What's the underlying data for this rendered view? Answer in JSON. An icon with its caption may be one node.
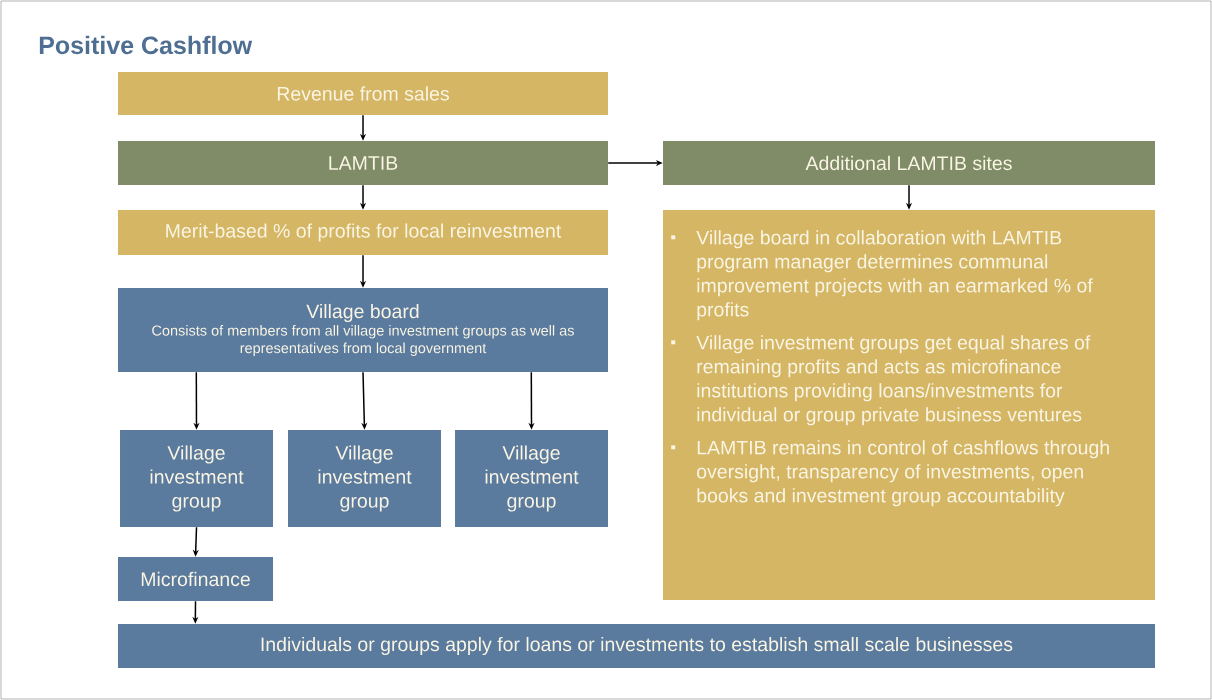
{
  "diagram": {
    "title": "Positive Cashflow",
    "nodes": [
      {
        "text": [
          "Revenue from sales"
        ]
      },
      {
        "text": [
          "LAMTIB"
        ]
      },
      {
        "text": [
          "Additional LAMTIB sites"
        ]
      },
      {
        "text": [
          "Merit-based % of profits for local reinvestment"
        ]
      },
      {
        "text": [
          "Village board",
          "Consists of members from all village investment groups as well as representatives from local government"
        ]
      },
      {
        "text": [
          "Village investment group"
        ]
      },
      {
        "text": [
          "Village investment group"
        ]
      },
      {
        "text": [
          "Village investment group"
        ]
      },
      {
        "text": [
          "Microfinance"
        ]
      },
      {
        "text": [
          "Individuals or groups apply for loans or investments to establish small scale businesses"
        ]
      },
      {
        "text": [
          "Village board in collaboration with LAMTIB program manager determines communal improvement projects with an earmarked % of profits",
          "Village investment groups get equal shares of remaining profits and acts as microfinance institutions providing loans/investments for individual or group private business ventures",
          "LAMTIB remains in control of cashflows through oversight, transparency of investments, open books and investment group accountability"
        ]
      }
    ],
    "edges": [
      {
        "from": 0,
        "to": 1,
        "arrow": "to"
      },
      {
        "from": 1,
        "to": 2,
        "arrow": "to"
      },
      {
        "from": 1,
        "to": 3,
        "arrow": "to"
      },
      {
        "from": 2,
        "to": 10,
        "arrow": "to"
      },
      {
        "from": 3,
        "to": 4,
        "arrow": "to"
      },
      {
        "from": 4,
        "to": 5,
        "arrow": "to"
      },
      {
        "from": 4,
        "to": 6,
        "arrow": "to"
      },
      {
        "from": 4,
        "to": 7,
        "arrow": "to"
      },
      {
        "from": 5,
        "to": 8,
        "arrow": "to"
      },
      {
        "from": 8,
        "to": 9,
        "arrow": "to"
      }
    ]
  }
}
